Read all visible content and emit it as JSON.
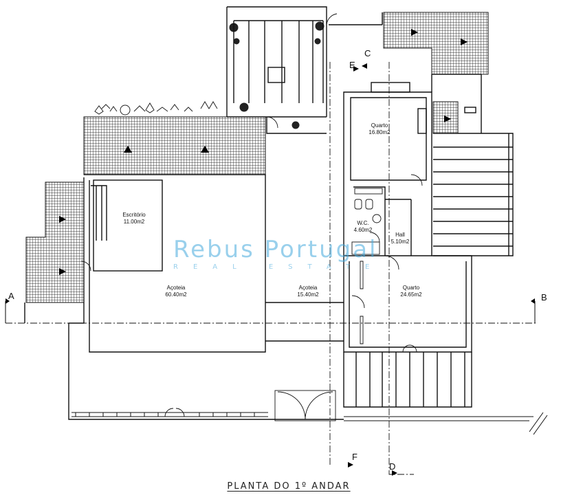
{
  "title": "PLANTA DO 1º ANDAR",
  "watermark": {
    "name": "Rebus Portugal",
    "subtitle": "REAL ESTATE"
  },
  "rooms": {
    "escritorio": {
      "name": "Escritório",
      "area": "11.00m2"
    },
    "acoteia_large": {
      "name": "Açoteia",
      "area": "60.40m2"
    },
    "acoteia_mid": {
      "name": "Açoteia",
      "area": "15.40m2"
    },
    "quarto_top": {
      "name": "Quarto",
      "area": "16.80m2"
    },
    "wc": {
      "name": "W.C.",
      "area": "4.60m2"
    },
    "hall": {
      "name": "Hall",
      "area": "5.10m2"
    },
    "quarto_bottom": {
      "name": "Quarto",
      "area": "24.65m2"
    }
  },
  "sections": {
    "a": "A",
    "b": "B",
    "c": "C",
    "d": "D",
    "e": "E",
    "f": "F"
  }
}
